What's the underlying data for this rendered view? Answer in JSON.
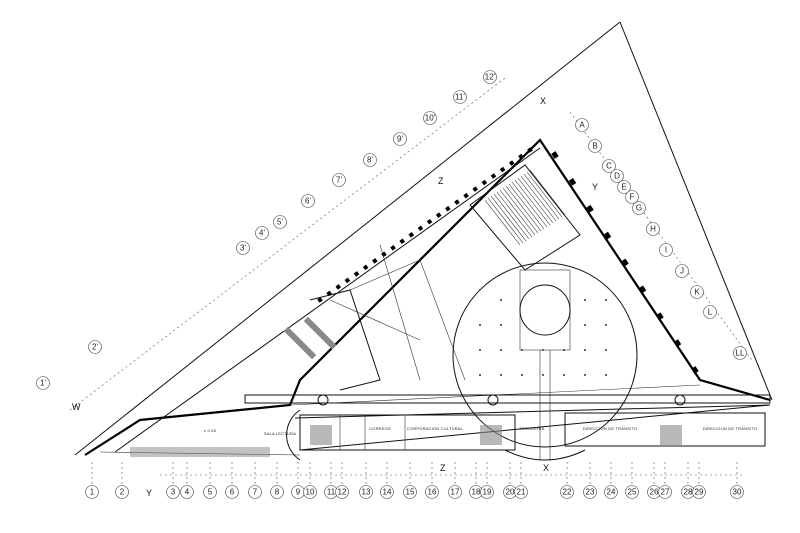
{
  "title": "Floor plan",
  "grid_bottom": [
    "1",
    "2",
    "3",
    "4",
    "5",
    "6",
    "7",
    "8",
    "9",
    "10",
    "11",
    "12",
    "13",
    "14",
    "15",
    "16",
    "17",
    "18",
    "19",
    "20",
    "21",
    "22",
    "23",
    "24",
    "25",
    "26",
    "27",
    "28",
    "29",
    "30"
  ],
  "grid_top": [
    "1'",
    "2'",
    "3'",
    "4'",
    "5'",
    "6'",
    "7'",
    "8'",
    "9'",
    "10'",
    "11'",
    "12'"
  ],
  "grid_right": [
    "A",
    "B",
    "C",
    "D",
    "E",
    "F",
    "G",
    "H",
    "I",
    "J",
    "K",
    "L",
    "LL"
  ],
  "section_markers": {
    "x_top": "X",
    "z_top": "Z",
    "y_right": "Y",
    "w_left": "W",
    "z_bottom": "Z",
    "x_bottom": "X",
    "y_bottom": "Y"
  },
  "rooms": {
    "sala_lectura": "SALA LECTURA",
    "corporacion_cultural": "CORPORACION CULTURAL",
    "tesoreria": "TESORERIA",
    "direccion_transito_1": "DIRECCION DE TRANSITO",
    "direccion_transito_2": "DIRECCION DE TRANSITO",
    "correos": "CORREOS",
    "level": "± 0.00"
  }
}
